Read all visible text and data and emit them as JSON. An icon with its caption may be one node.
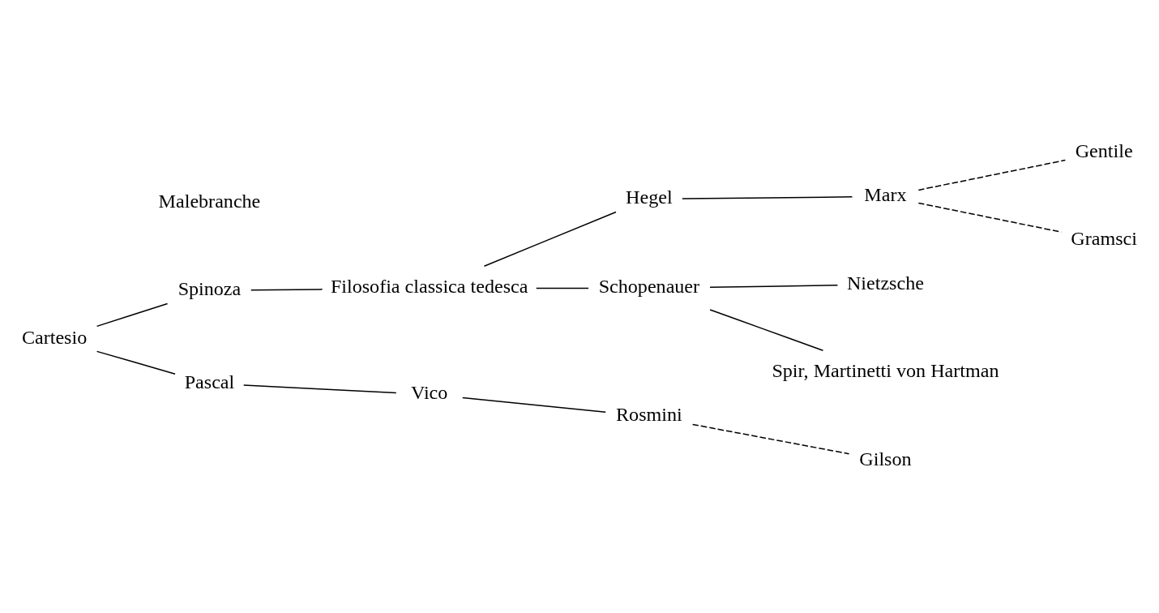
{
  "diagram": {
    "nodes": [
      {
        "text": [
          "Cartesio"
        ]
      },
      {
        "text": [
          "Spinoza"
        ]
      },
      {
        "text": [
          "Filosofia classica tedesca"
        ]
      },
      {
        "text": [
          "Hegel"
        ]
      },
      {
        "text": [
          "Marx"
        ]
      },
      {
        "text": [
          "Gentile"
        ]
      },
      {
        "text": [
          "Gramsci"
        ]
      },
      {
        "text": [
          "Schopenauer"
        ]
      },
      {
        "text": [
          "Nietzsche"
        ]
      },
      {
        "text": [
          "Spir, Martinetti von Hartman"
        ]
      },
      {
        "text": [
          "Pascal"
        ]
      },
      {
        "text": [
          "Vico"
        ]
      },
      {
        "text": [
          "Rosmini"
        ]
      },
      {
        "text": [
          "Gilson"
        ]
      }
    ],
    "edges": [
      {
        "from": 0,
        "to": 1,
        "arrow": "none"
      },
      {
        "from": 0,
        "to": 10,
        "arrow": "none"
      },
      {
        "from": 1,
        "to": 2,
        "arrow": "none"
      },
      {
        "from": 2,
        "to": 3,
        "arrow": "none"
      },
      {
        "from": 2,
        "to": 7,
        "arrow": "none"
      },
      {
        "from": 3,
        "to": 4,
        "arrow": "none"
      },
      {
        "from": 4,
        "to": 5,
        "arrow": "none",
        "style": "dashed"
      },
      {
        "from": 4,
        "to": 6,
        "arrow": "none",
        "style": "dashed"
      },
      {
        "from": 7,
        "to": 8,
        "arrow": "none"
      },
      {
        "from": 7,
        "to": 9,
        "arrow": "none"
      },
      {
        "from": 10,
        "to": 11,
        "arrow": "none"
      },
      {
        "from": 11,
        "to": 12,
        "arrow": "none"
      },
      {
        "from": 12,
        "to": 13,
        "arrow": "none",
        "style": "dashed"
      }
    ],
    "labels": [
      "Malebranche"
    ]
  }
}
